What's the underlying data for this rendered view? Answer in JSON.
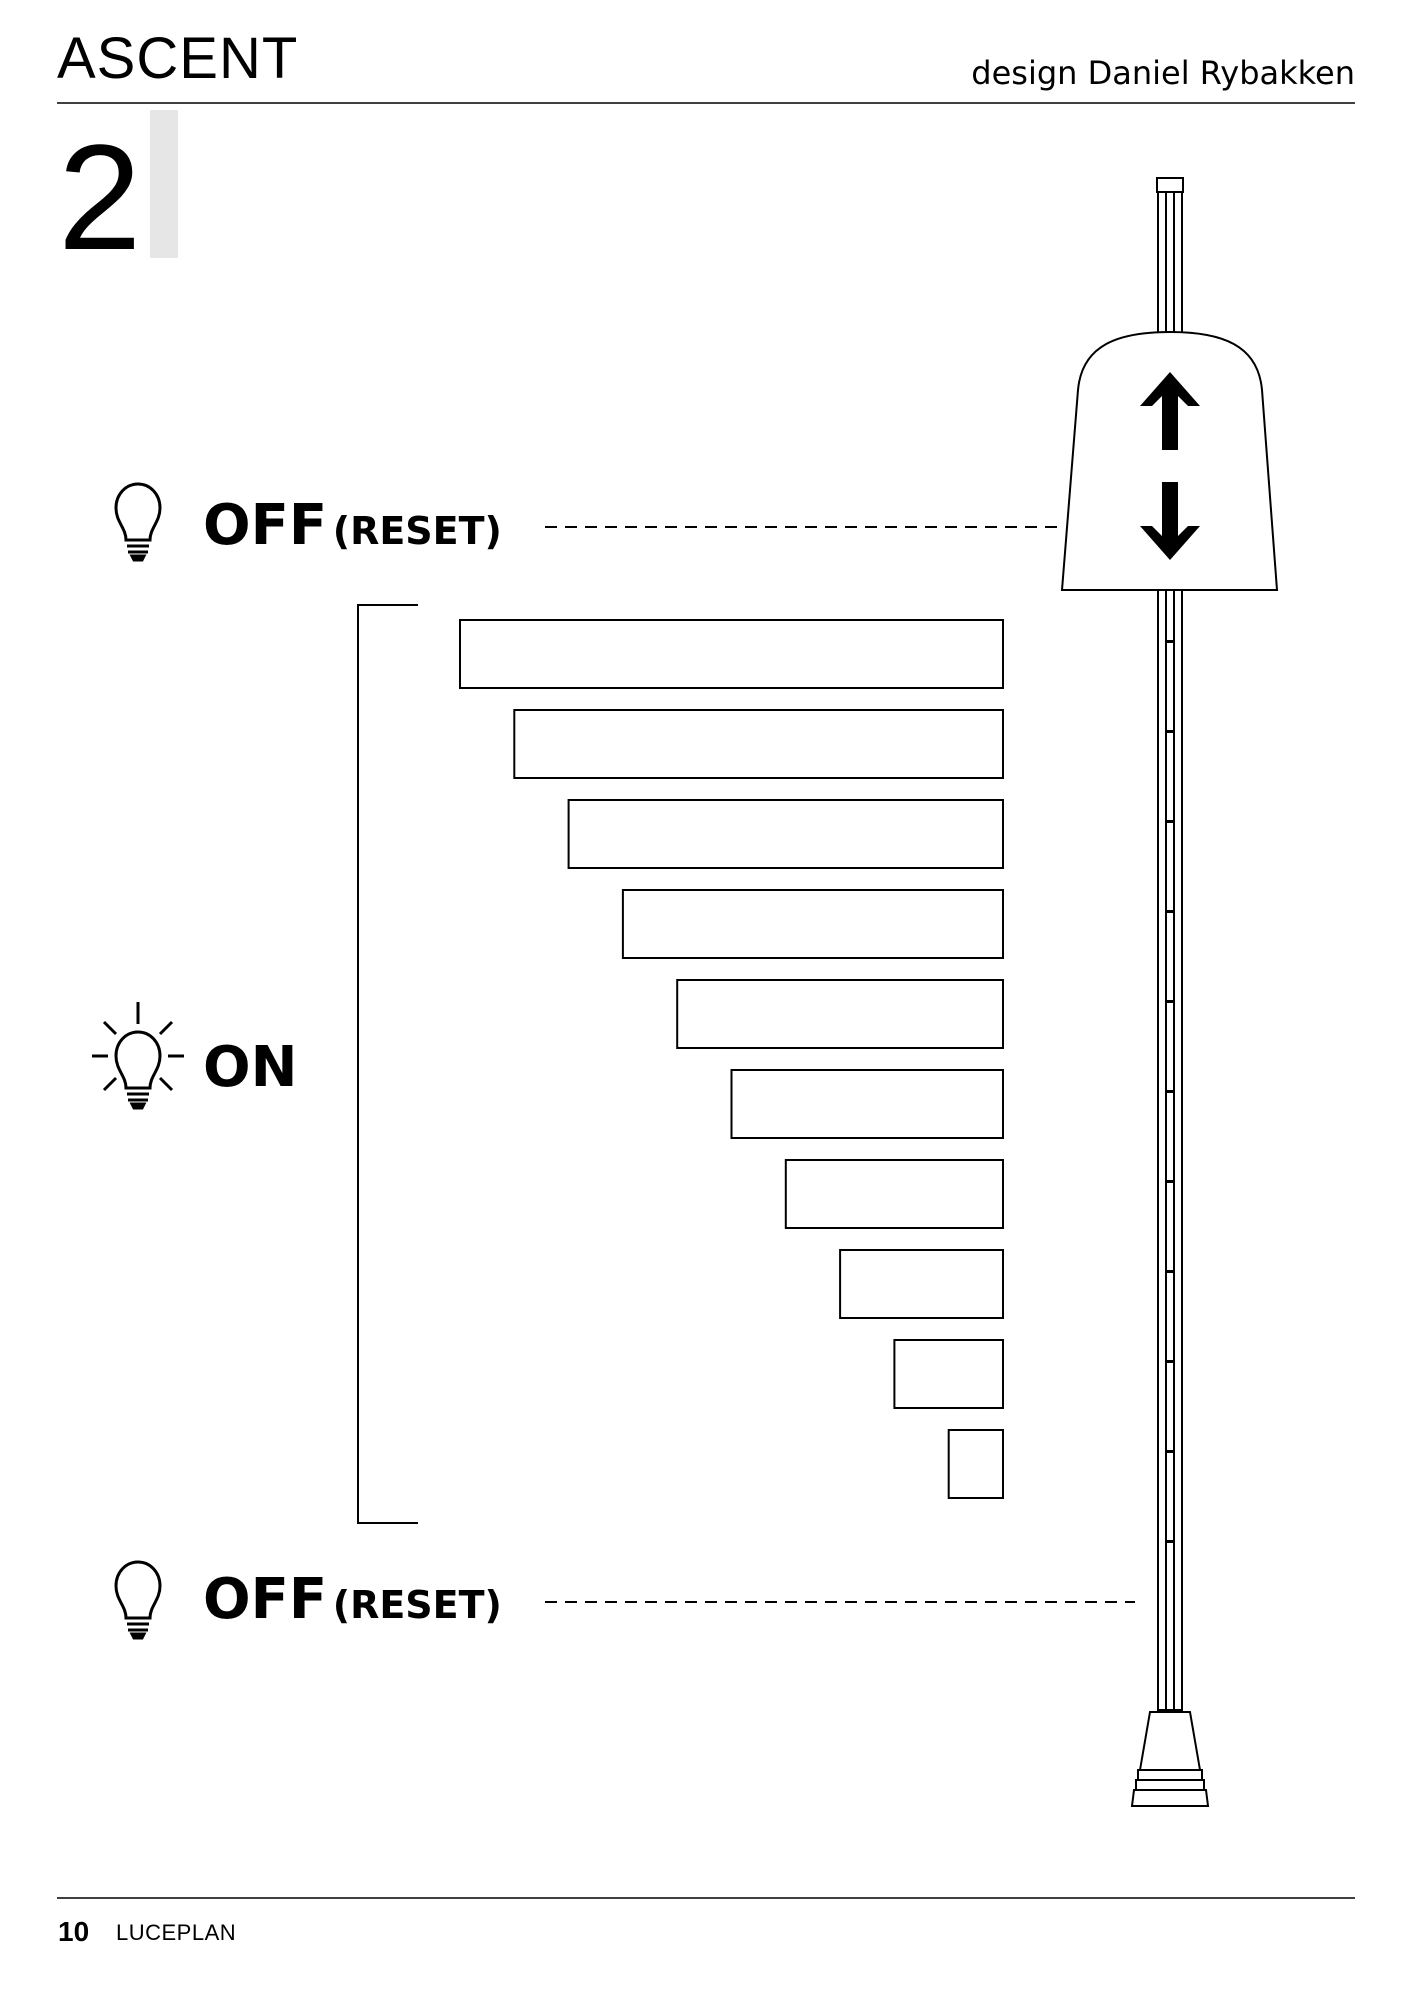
{
  "header": {
    "title": "ASCENT",
    "designer": "design Daniel Rybakken"
  },
  "step": {
    "number": "2"
  },
  "states": {
    "top": {
      "label": "OFF",
      "sub": "(RESET)",
      "icon": "lightbulb-off-icon"
    },
    "middle": {
      "label": "ON",
      "icon": "lightbulb-on-icon"
    },
    "bottom": {
      "label": "OFF",
      "sub": "(RESET)",
      "icon": "lightbulb-off-icon"
    }
  },
  "brightness_levels": [
    1.0,
    0.9,
    0.8,
    0.7,
    0.6,
    0.5,
    0.4,
    0.3,
    0.2,
    0.1
  ],
  "lamp": {
    "up_arrow": "arrow-up-icon",
    "down_arrow": "arrow-down-icon"
  },
  "footer": {
    "page": "10",
    "brand": "LUCEPLAN"
  }
}
